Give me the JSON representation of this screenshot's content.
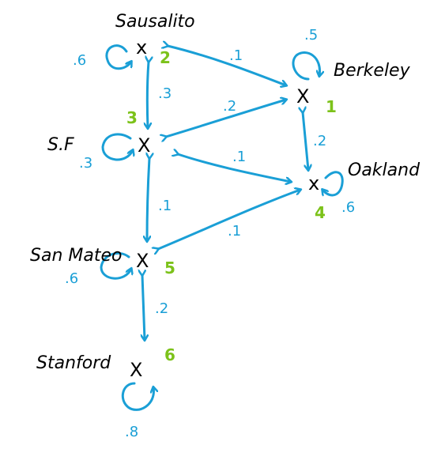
{
  "colors": {
    "edge": "#1a9fd6",
    "node_id": "#7cc21a",
    "ink": "#000000"
  },
  "nodes": {
    "sausalito": {
      "name": "Sausalito",
      "mark": "x",
      "id": "2",
      "self": ".6"
    },
    "berkeley": {
      "name": "Berkeley",
      "mark": "X",
      "id": "1",
      "self": ".5"
    },
    "sf": {
      "name": "S.F",
      "mark": "X",
      "id": "3",
      "self": ".3"
    },
    "oakland": {
      "name": "Oakland",
      "mark": "x",
      "id": "4",
      "self": ".6"
    },
    "sanmateo": {
      "name": "San Mateo",
      "mark": "X",
      "id": "5",
      "self": ".6"
    },
    "stanford": {
      "name": "Stanford",
      "mark": "X",
      "id": "6",
      "self": ".8"
    }
  },
  "edges": {
    "sausalito_berkeley": ".1",
    "sausalito_sf": ".3",
    "sf_berkeley": ".2",
    "berkeley_oakland": ".2",
    "sf_oakland": ".1",
    "sf_sanmateo": ".1",
    "sanmateo_oakland": ".1",
    "sanmateo_stanford": ".2"
  }
}
